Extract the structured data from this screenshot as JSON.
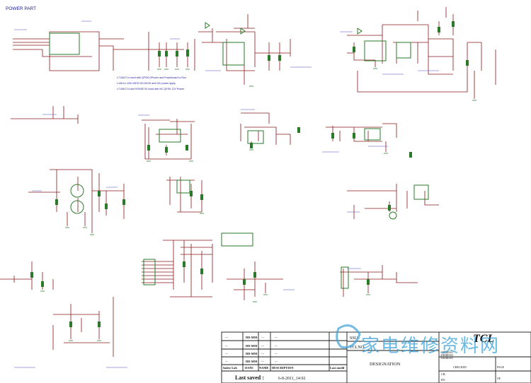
{
  "sheet_title": "POWER PART",
  "notes": [
    "L7106LT14 used with QFSK12Power and Powerboard to Run",
    "L106 & L106 USED NO.5/10K and 24V power apply",
    "L7106LT14 and 9Y5/08710 used with NC.QFSK 12V Power"
  ],
  "table": {
    "rows": [
      {
        "c1": "---",
        "c2": "DD-MM",
        "c3": "---",
        "c4": "---"
      },
      {
        "c1": "---",
        "c2": "DD-MM",
        "c3": "---",
        "c4": "---"
      },
      {
        "c1": "---",
        "c2": "DD-MM",
        "c3": "---",
        "c4": "---"
      },
      {
        "c1": "---",
        "c2": "DD-MM",
        "c3": "---",
        "c4": "---"
      }
    ],
    "headers": [
      "Index-Lab",
      "DATE",
      "NAME",
      "DESCRIPTION",
      "Last modif"
    ],
    "last_saved_label": "Last saved :",
    "last_saved_value": "6-8-2011_14:02",
    "ssu_label": "SSU :",
    "tclno_label": "TCLNO:",
    "designation_label": "DESIGNATION",
    "brand": "TCL",
    "checked_label": "CHECKED",
    "page_label": "PAGE",
    "of_label": "OF",
    "ch_label": "CH:",
    "by_label": "BY:",
    "address_lines": [
      "ADDRESS1",
      "ADDRESS2",
      "ADDRESS3"
    ]
  },
  "watermark": "家电维修资料网",
  "colors": {
    "wire": "#8b1a1a",
    "component": "#2a7a2a",
    "label": "#1a1aa0",
    "frame": "#1a1a1a",
    "watermark": "#3aa0d8"
  }
}
